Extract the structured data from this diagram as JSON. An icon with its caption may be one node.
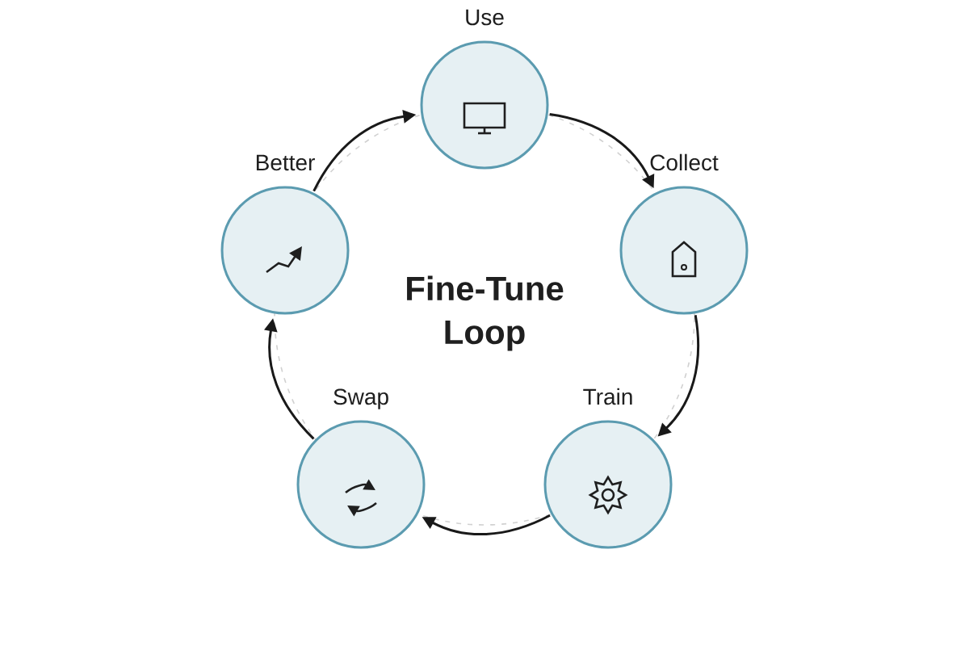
{
  "diagram": {
    "title": "Fine-Tune Loop",
    "nodes": [
      {
        "text": [
          "Use"
        ]
      },
      {
        "text": [
          "Collect"
        ]
      },
      {
        "text": [
          "Train"
        ]
      },
      {
        "text": [
          "Swap"
        ]
      },
      {
        "text": [
          "Better"
        ]
      }
    ],
    "edges": [
      {
        "from": 0,
        "to": 1,
        "arrow": "to"
      },
      {
        "from": 1,
        "to": 2,
        "arrow": "to"
      },
      {
        "from": 2,
        "to": 3,
        "arrow": "to"
      },
      {
        "from": 3,
        "to": 4,
        "arrow": "to"
      },
      {
        "from": 4,
        "to": 0,
        "arrow": "to"
      }
    ]
  }
}
